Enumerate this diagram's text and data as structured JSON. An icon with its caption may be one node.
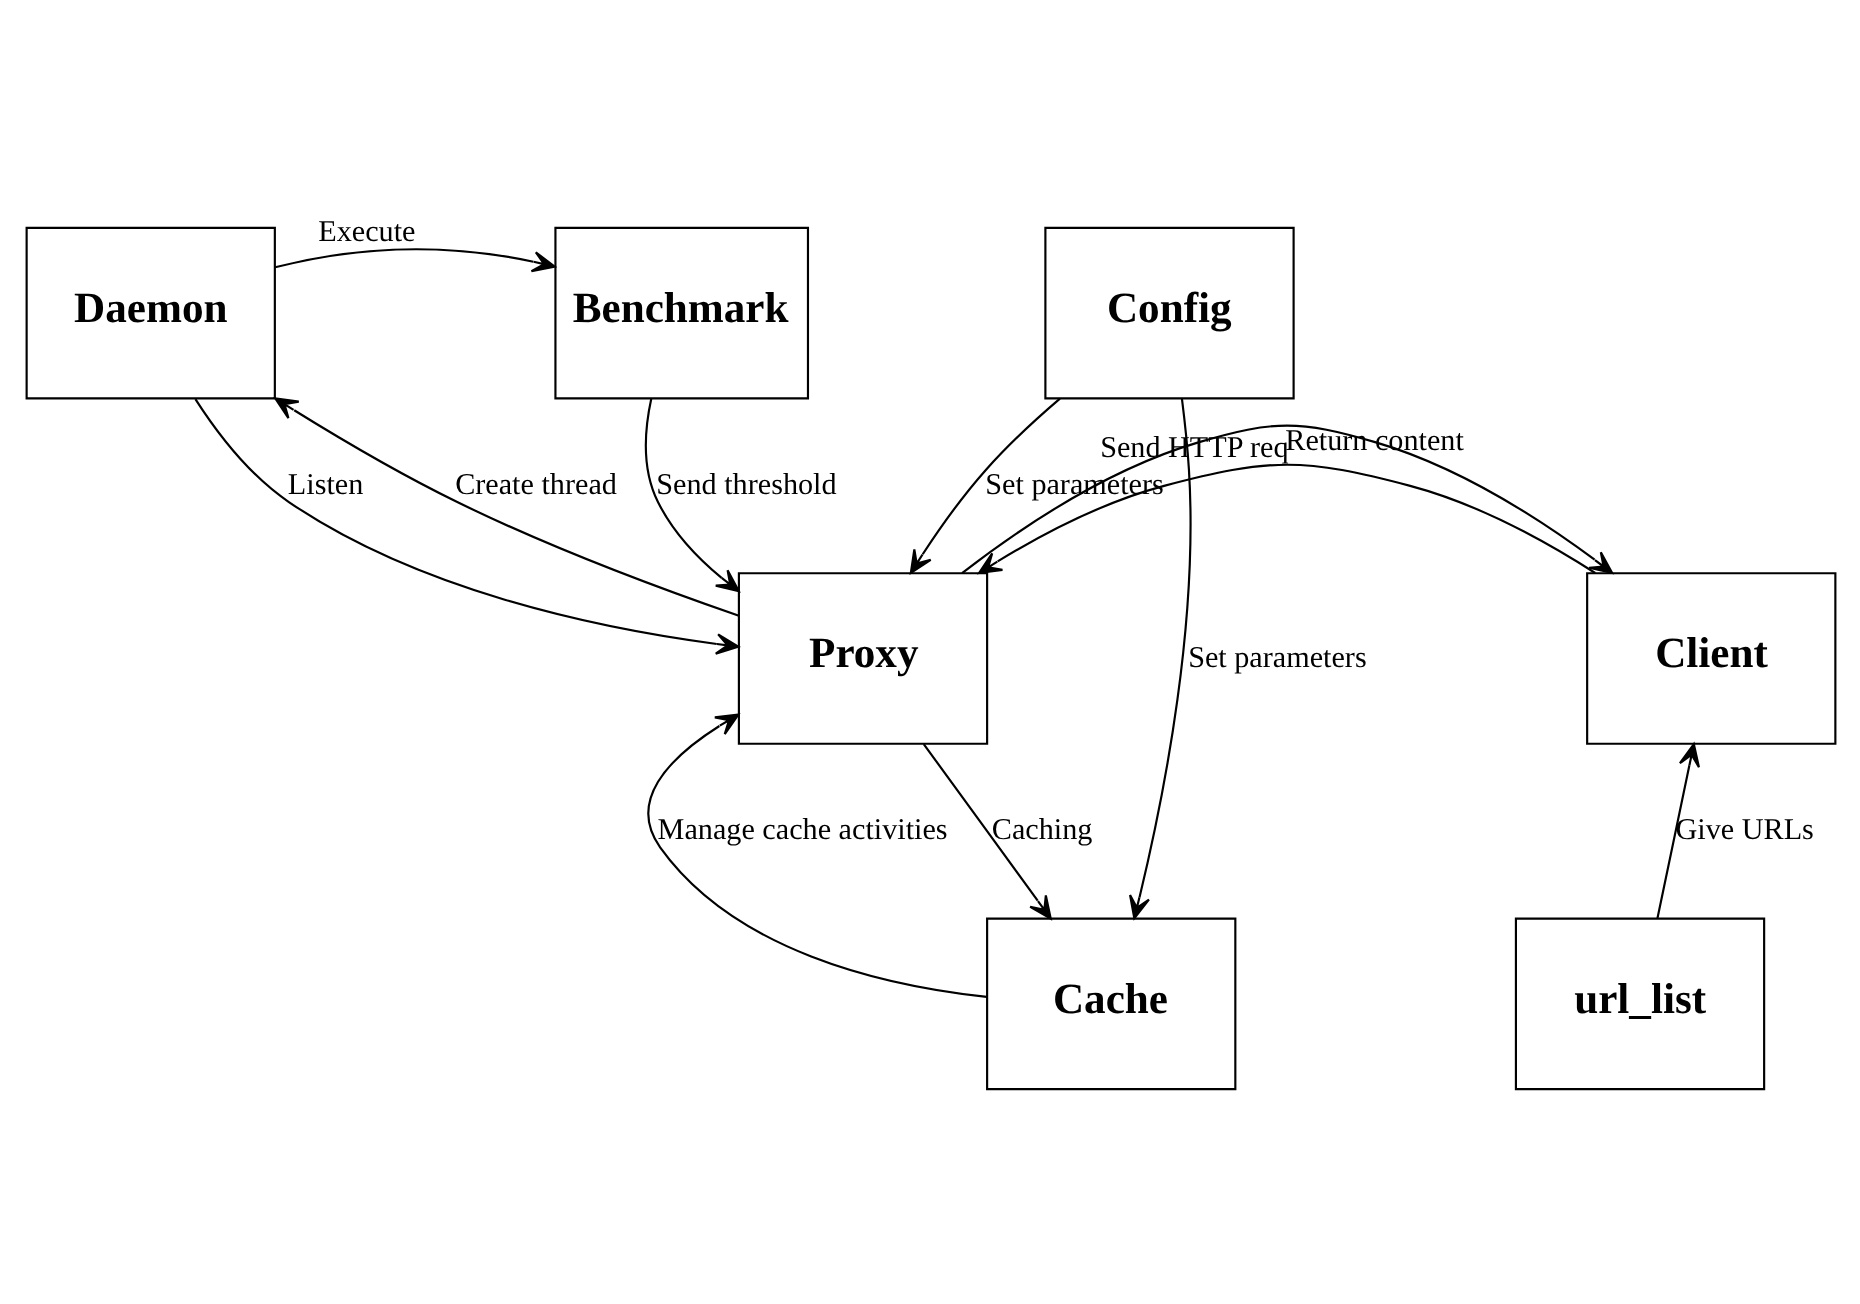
{
  "diagram": {
    "nodes": [
      {
        "text": [
          "Daemon"
        ]
      },
      {
        "text": [
          "Benchmark"
        ]
      },
      {
        "text": [
          "Client"
        ]
      },
      {
        "text": [
          "Proxy"
        ]
      },
      {
        "text": [
          "Config"
        ]
      },
      {
        "text": [
          "Cache"
        ]
      },
      {
        "text": [
          "url_list"
        ]
      }
    ],
    "edges": [
      {
        "from": 0,
        "to": 1,
        "arrow": "to",
        "label": "Execute"
      },
      {
        "from": 3,
        "to": 0,
        "arrow": "to",
        "label": "Create thread"
      },
      {
        "from": 0,
        "to": 3,
        "arrow": "to",
        "label": "Listen"
      },
      {
        "from": 1,
        "to": 3,
        "arrow": "to",
        "label": "Send threshold"
      },
      {
        "from": 2,
        "to": 3,
        "arrow": "to",
        "label": "Send HTTP req"
      },
      {
        "from": 3,
        "to": 2,
        "arrow": "to",
        "label": "Return content"
      },
      {
        "from": 4,
        "to": 3,
        "arrow": "to",
        "label": "Set parameters"
      },
      {
        "from": 3,
        "to": 5,
        "arrow": "to",
        "label": "Caching"
      },
      {
        "from": 5,
        "to": 3,
        "arrow": "to",
        "label": "Manage cache activities"
      },
      {
        "from": 4,
        "to": 5,
        "arrow": "to",
        "label": "Set parameters"
      },
      {
        "from": 6,
        "to": 2,
        "arrow": "to",
        "label": "Give URLs"
      }
    ]
  }
}
